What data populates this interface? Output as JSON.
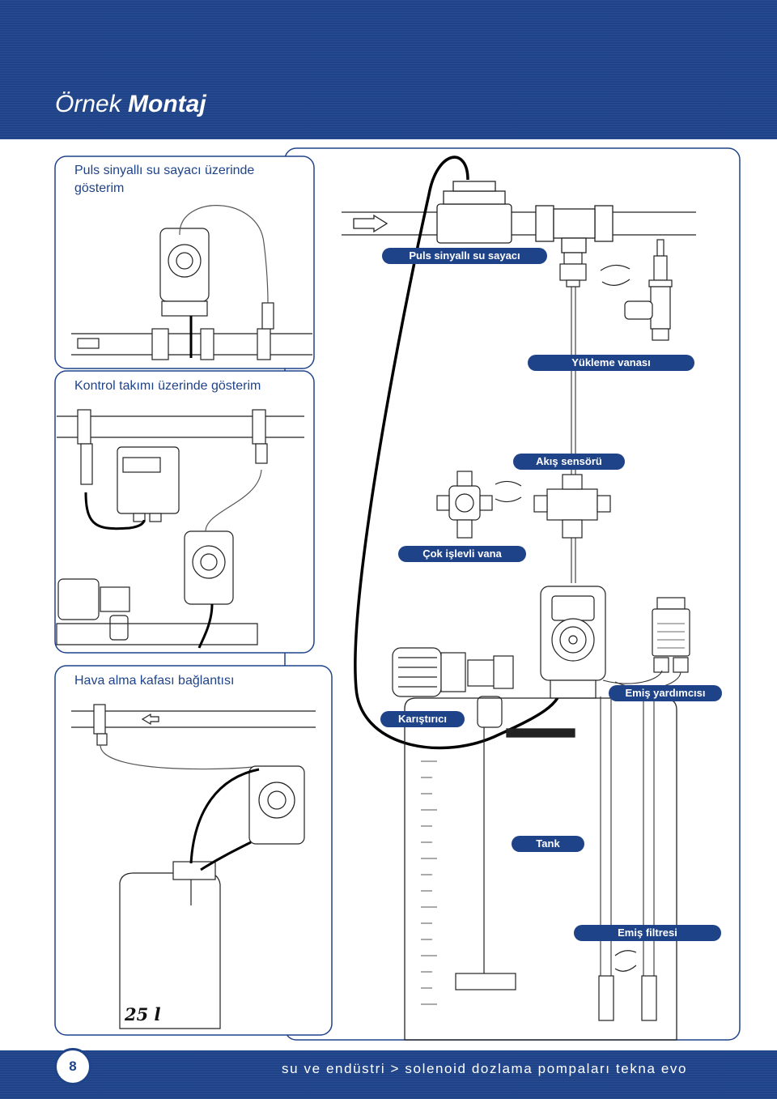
{
  "header": {
    "title_light": "Örnek ",
    "title_bold": "Montaj"
  },
  "panels": {
    "pulse_meter": {
      "caption_line1": "Puls sinyallı su sayacı üzerinde",
      "caption_line2": "gösterim"
    },
    "control_set": {
      "caption": "Kontrol takımı üzerinde gösterim"
    },
    "air_vent": {
      "caption": "Hava alma kafası bağlantısı",
      "canister_volume": "25 l"
    }
  },
  "labels": {
    "pulse_meter": "Puls sinyallı su sayacı",
    "loading_valve": "Yükleme vanası",
    "flow_sensor": "Akış sensörü",
    "multi_valve": "Çok işlevli vana",
    "suction_aid": "Emiş yardımcısı",
    "mixer": "Karıştırıcı",
    "tank": "Tank",
    "suction_filter": "Emiş filtresi"
  },
  "footer": {
    "page_number": "8",
    "text": "su ve endüstri > solenoid dozlama pompaları tekna evo"
  },
  "colors": {
    "brand_blue": "#1f4389",
    "line": "#222222"
  }
}
